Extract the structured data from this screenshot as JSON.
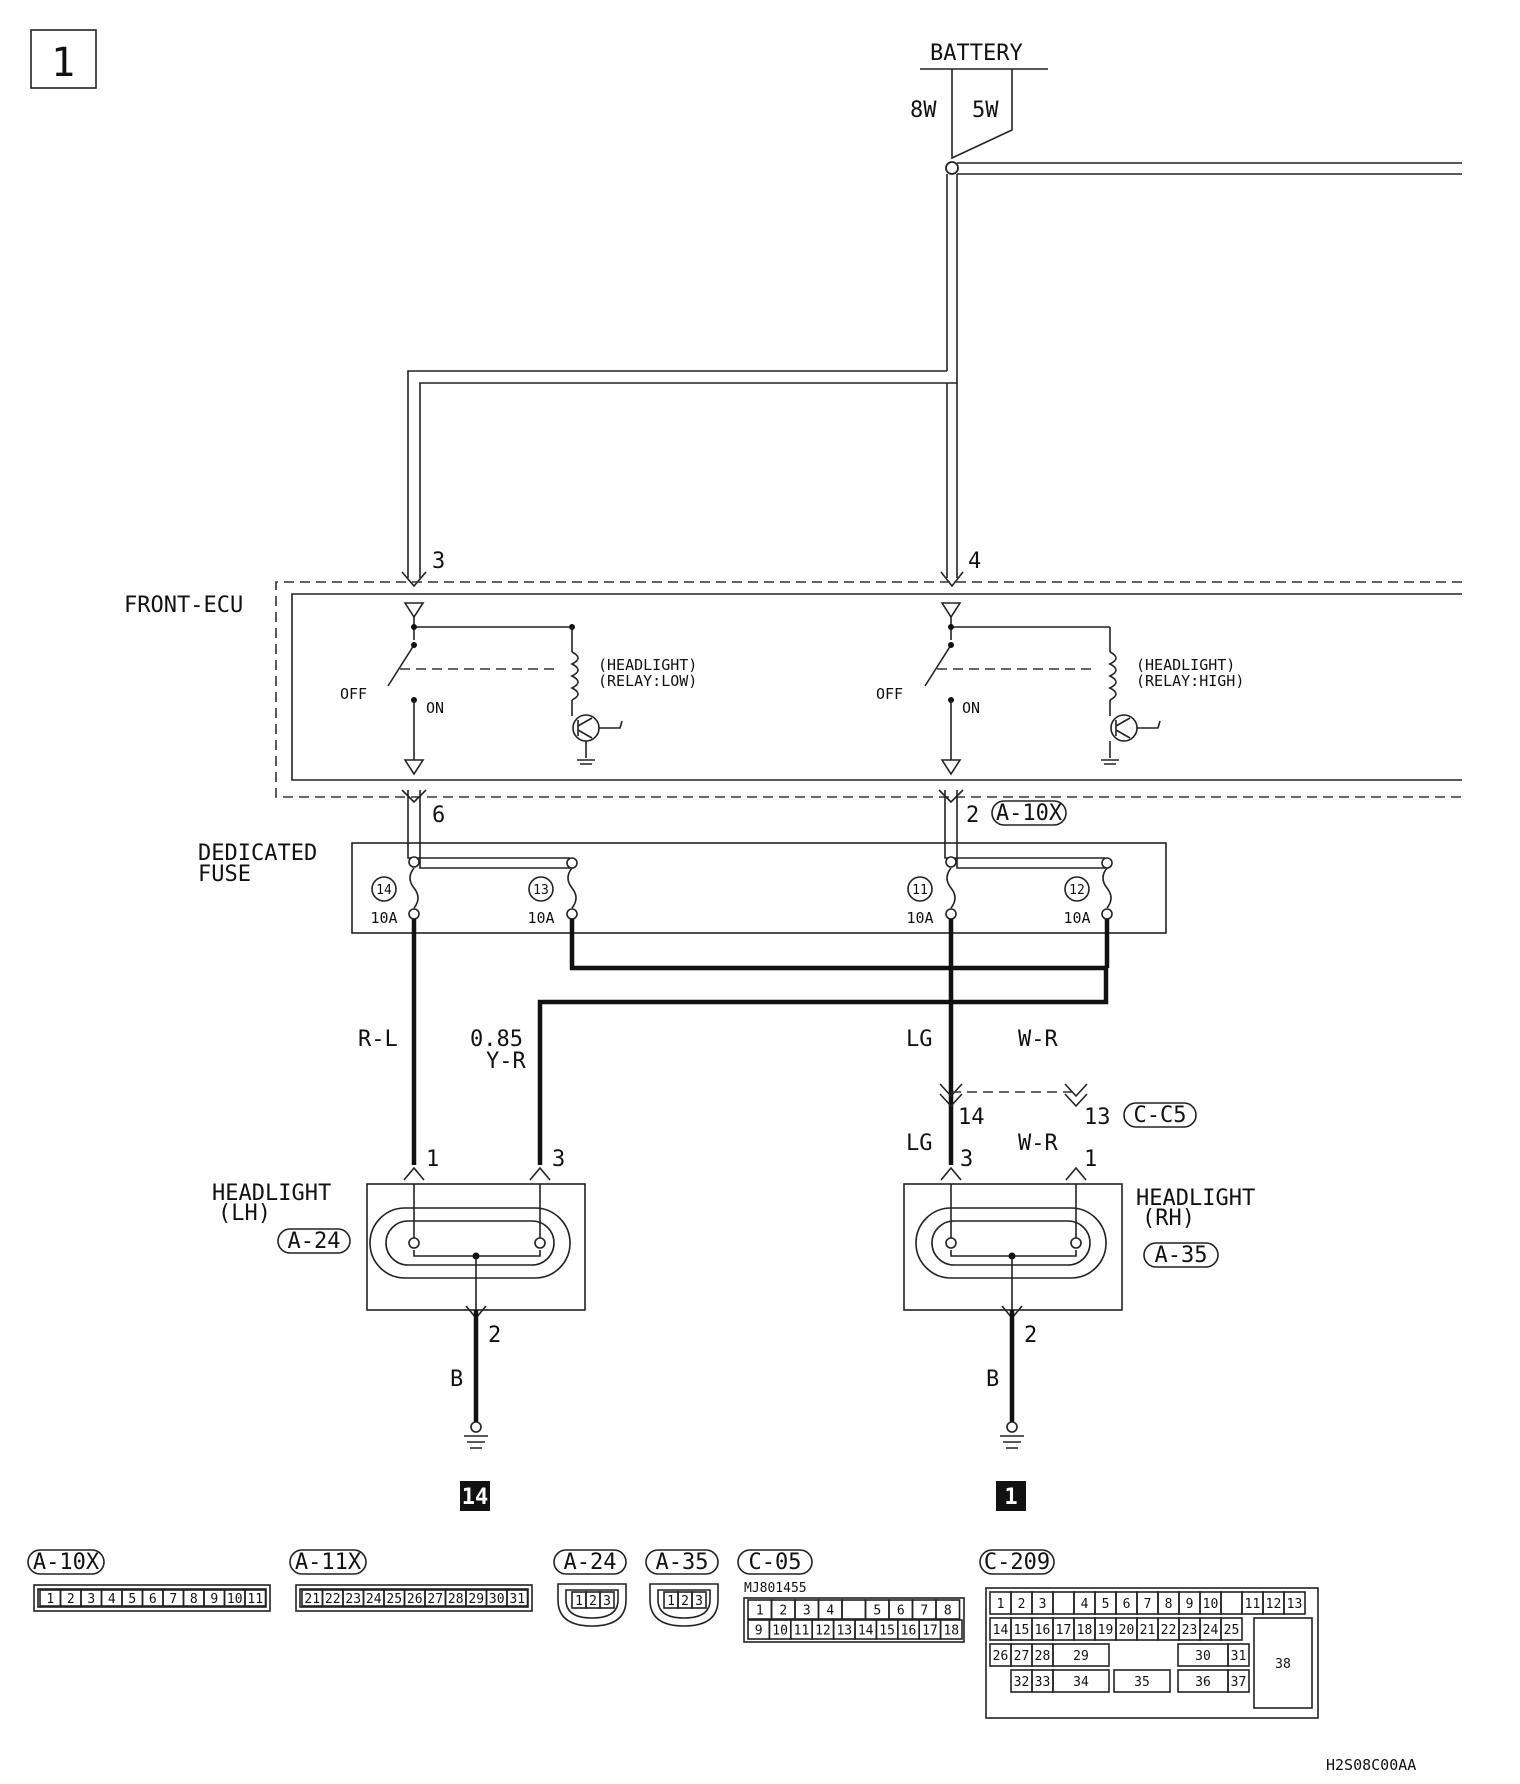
{
  "page": {
    "number": "1",
    "code": "H2S08C00AA"
  },
  "battery": {
    "label": "BATTERY",
    "fuse_a": "8W",
    "fuse_b": "5W"
  },
  "front_ecu": {
    "label": "FRONT-ECU",
    "pins": {
      "in_left": "3",
      "in_right": "4",
      "out_left": "6",
      "out_right": "2"
    },
    "out_connector": "A-10X",
    "switch_off": "OFF",
    "switch_on": "ON",
    "relay_low": {
      "line1": "(HEADLIGHT)",
      "line2": "(RELAY:LOW)"
    },
    "relay_high": {
      "line1": "(HEADLIGHT)",
      "line2": "(RELAY:HIGH)"
    }
  },
  "dedicated_fuse": {
    "label_line1": "DEDICATED",
    "label_line2": "FUSE",
    "fuses": [
      {
        "number": "14",
        "rating": "10A"
      },
      {
        "number": "13",
        "rating": "10A"
      },
      {
        "number": "11",
        "rating": "10A"
      },
      {
        "number": "12",
        "rating": "10A"
      }
    ]
  },
  "wires": {
    "r_l": "R-L",
    "y_r_size": "0.85",
    "y_r": "Y-R",
    "lg": "LG",
    "w_r": "W-R",
    "b": "B"
  },
  "intermediate_connector": {
    "pin_lg": "14",
    "pin_wr": "13",
    "name": "C-C5"
  },
  "headlight_lh": {
    "line1": "HEADLIGHT",
    "line2": "(LH)",
    "connector": "A-24",
    "pin_a": "1",
    "pin_b": "3",
    "pin_ground": "2",
    "ground_ref": "14"
  },
  "headlight_rh": {
    "line1": "HEADLIGHT",
    "line2": "(RH)",
    "connector": "A-35",
    "pin_a": "3",
    "pin_b": "1",
    "pin_ground": "2",
    "ground_ref": "1"
  },
  "connectors": [
    {
      "name": "A-10X",
      "pins": [
        "1",
        "2",
        "3",
        "4",
        "5",
        "6",
        "7",
        "8",
        "9",
        "10",
        "11"
      ]
    },
    {
      "name": "A-11X",
      "pins": [
        "21",
        "22",
        "23",
        "24",
        "25",
        "26",
        "27",
        "28",
        "29",
        "30",
        "31"
      ]
    },
    {
      "name": "A-24",
      "pins": [
        "1",
        "2",
        "3"
      ]
    },
    {
      "name": "A-35",
      "pins": [
        "1",
        "2",
        "3"
      ]
    },
    {
      "name": "C-05",
      "part": "MJ801455",
      "row1": [
        "1",
        "2",
        "3",
        "4",
        "",
        "5",
        "6",
        "7",
        "8"
      ],
      "row2": [
        "9",
        "10",
        "11",
        "12",
        "13",
        "14",
        "15",
        "16",
        "17",
        "18"
      ]
    },
    {
      "name": "C-209",
      "row1": [
        "1",
        "2",
        "3",
        "",
        "4",
        "5",
        "6",
        "7",
        "8",
        "9",
        "10",
        "",
        "11",
        "12",
        "13"
      ],
      "row2": [
        "14",
        "15",
        "16",
        "17",
        "18",
        "19",
        "20",
        "21",
        "22",
        "23",
        "24",
        "25"
      ],
      "row3": [
        "26",
        "27",
        "28",
        "29",
        "30",
        "31"
      ],
      "row4": [
        "32",
        "33",
        "34",
        "35",
        "36",
        "37"
      ],
      "big": "38"
    }
  ]
}
